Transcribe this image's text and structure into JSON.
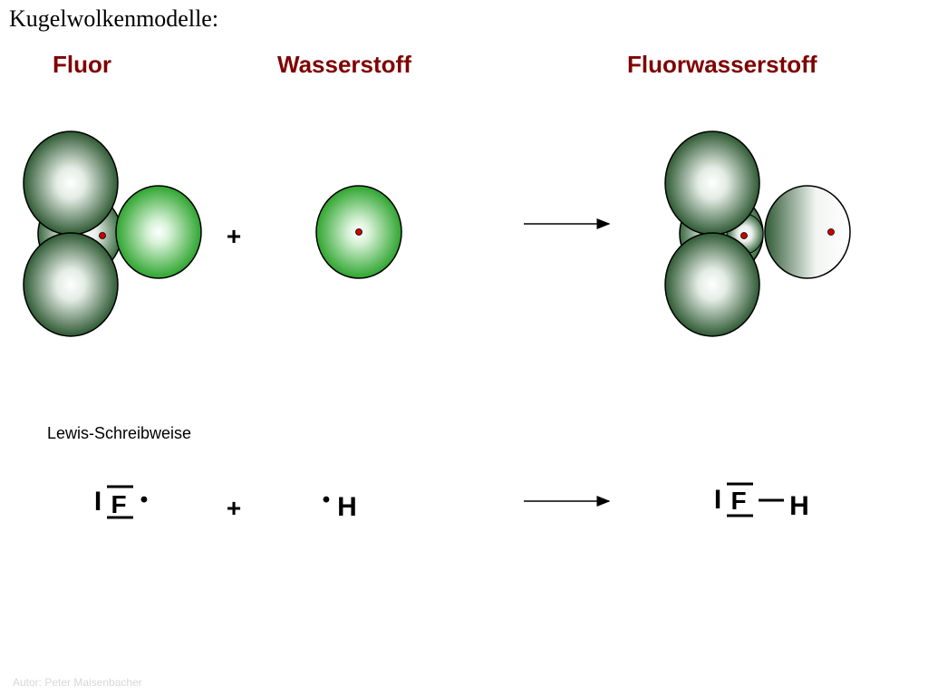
{
  "slide_title": "Kugelwolkenmodelle:",
  "labels": {
    "fluor": "Fluor",
    "wasserstoff": "Wasserstoff",
    "fluorwasserstoff": "Fluorwasserstoff"
  },
  "plus_sign": "+",
  "lewis": {
    "heading": "Lewis-Schreibweise",
    "fluorine_symbol": "F",
    "hydrogen_symbol": "H",
    "plus_sign": "+",
    "lone_pair_glyph": "I",
    "radical_glyph": "•"
  },
  "footer": "Autor: Peter Maisenbacher",
  "colors": {
    "label": "#800000",
    "dark_cloud": "#2f5a34",
    "bright_cloud": "#2fa52f",
    "nucleus": "#cc0000"
  }
}
